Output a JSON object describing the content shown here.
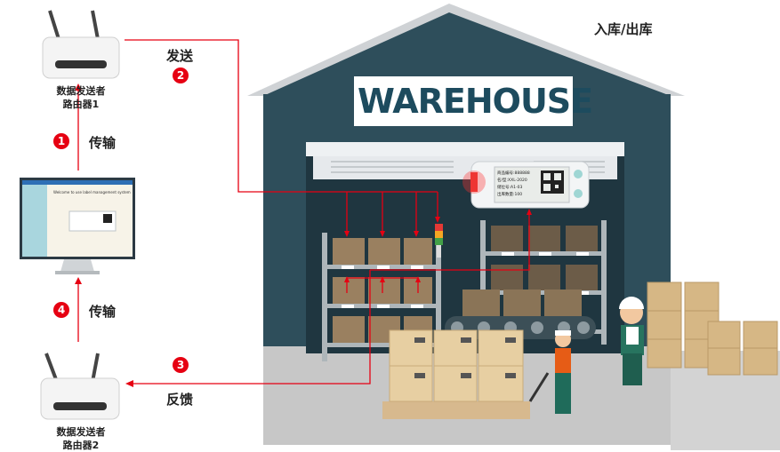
{
  "warehouse": {
    "sign": "WAREHOUSE",
    "inout_label": "入库/出库"
  },
  "devices": {
    "router1": {
      "line1": "数据发送者",
      "line2": "路由器1"
    },
    "router2": {
      "line1": "数据发送者",
      "line2": "路由器2"
    }
  },
  "steps": [
    {
      "num": "1",
      "label": "传输"
    },
    {
      "num": "2",
      "label": "发送"
    },
    {
      "num": "3",
      "label": "反馈"
    },
    {
      "num": "4",
      "label": "传输"
    }
  ],
  "monitor": {
    "screen_title": "Welcome to use label management system"
  },
  "tag_screen": {
    "line1": "商品编号:888888",
    "line2": "名/型:XXL-2020",
    "line3": "储位号:A1-03",
    "line4": "出库数量:100"
  },
  "colors": {
    "accent": "#e60012",
    "wall": "#2e4e5b",
    "roof": "#bfc3c7",
    "floor": "#c8c8c8"
  }
}
